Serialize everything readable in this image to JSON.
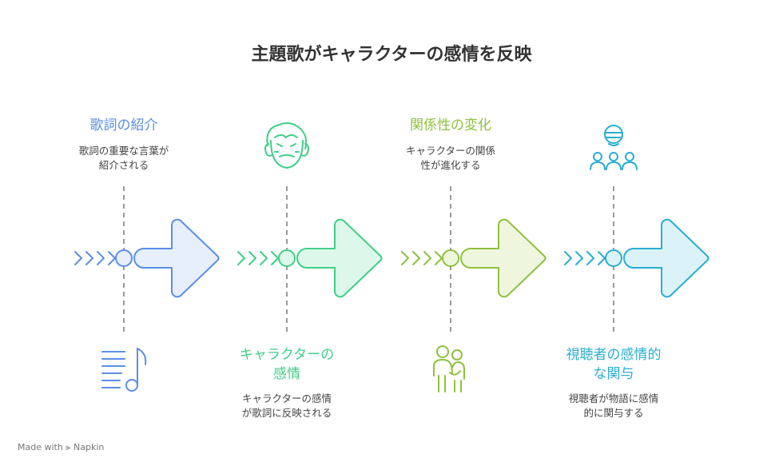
{
  "title": "主題歌がキャラクターの感情を反映",
  "steps": [
    {
      "heading": "歌詞の紹介",
      "description_line1": "歌詞の重要な言葉が",
      "description_line2": "紹介される",
      "color": "#5b8ee6",
      "fill": "#e7effc",
      "icon": "music-sheet-icon"
    },
    {
      "heading_line1": "キャラクターの",
      "heading_line2": "感情",
      "description_line1": "キャラクターの感情",
      "description_line2": "が歌詞に反映される",
      "color": "#3fcf88",
      "fill": "#ddf8ea",
      "icon": "emotional-face-icon"
    },
    {
      "heading": "関係性の変化",
      "description_line1": "キャラクターの関係",
      "description_line2": "性が進化する",
      "color": "#8fc13e",
      "fill": "#eef7de",
      "icon": "two-people-icon"
    },
    {
      "heading_line1": "視聴者の感情的",
      "heading_line2": "な関与",
      "description_line1": "視聴者が物語に感情",
      "description_line2": "的に関与する",
      "color": "#29aed0",
      "fill": "#dcf2f9",
      "icon": "audience-icon"
    }
  ],
  "footer": "Made with ⫸ Napkin"
}
